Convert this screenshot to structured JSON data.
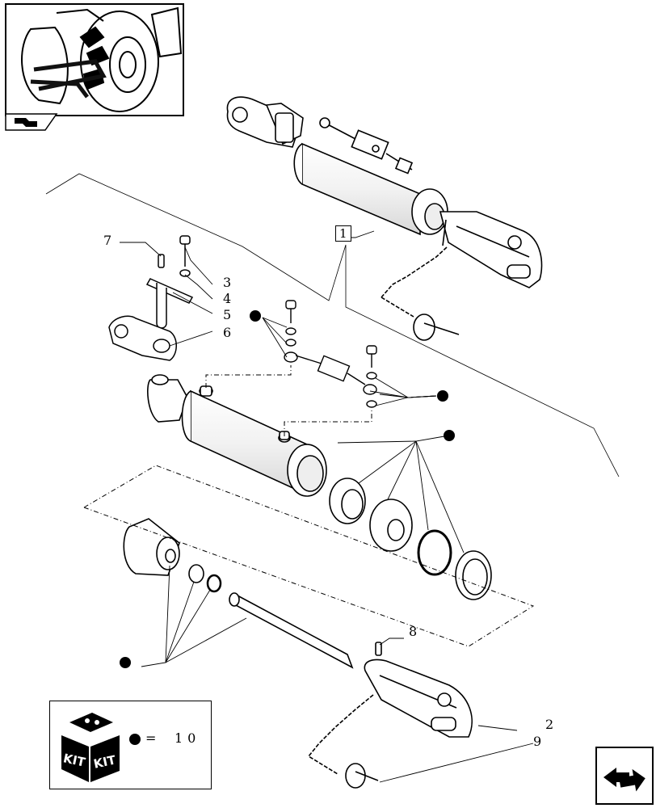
{
  "callouts": [
    "1",
    "2",
    "3",
    "4",
    "5",
    "6",
    "7",
    "8",
    "9"
  ],
  "kit_legend": {
    "badge_left": "KIT",
    "badge_right": "KIT",
    "equals": "=",
    "number": "10"
  },
  "icons": {
    "overview_thumbnail": "tractor-rear-wheel-icon",
    "page_tab": "part-arrow-icon",
    "next_page": "navigate-arrow-icon",
    "kit_badge": "kit-box-icon"
  }
}
